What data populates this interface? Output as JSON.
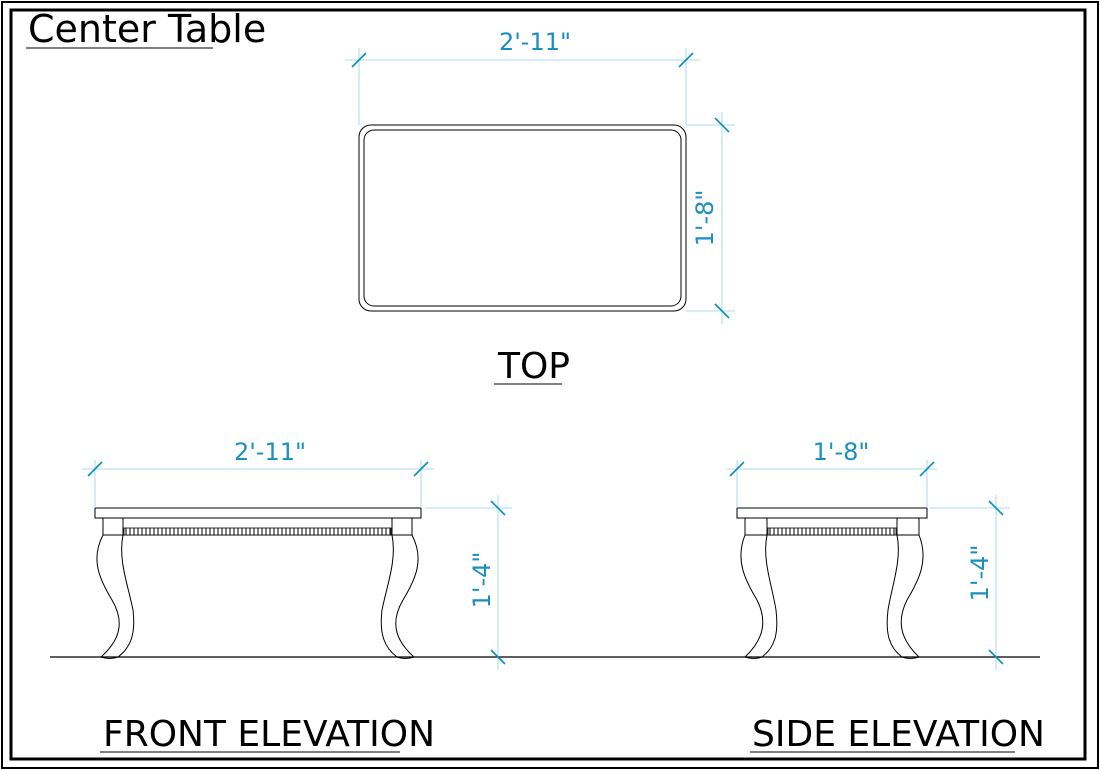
{
  "title": "Center Table",
  "views": {
    "top": {
      "label": "TOP",
      "width_dim": "2'-11\"",
      "depth_dim": "1'-8\""
    },
    "front": {
      "label": "FRONT ELEVATION",
      "width_dim": "2'-11\"",
      "height_dim": "1'-4\""
    },
    "side": {
      "label": "SIDE ELEVATION",
      "width_dim": "1'-8\"",
      "height_dim": "1'-4\""
    }
  },
  "colors": {
    "dimension": "#1a8fc0",
    "extension": "#8fd0e8",
    "line": "#000000"
  }
}
